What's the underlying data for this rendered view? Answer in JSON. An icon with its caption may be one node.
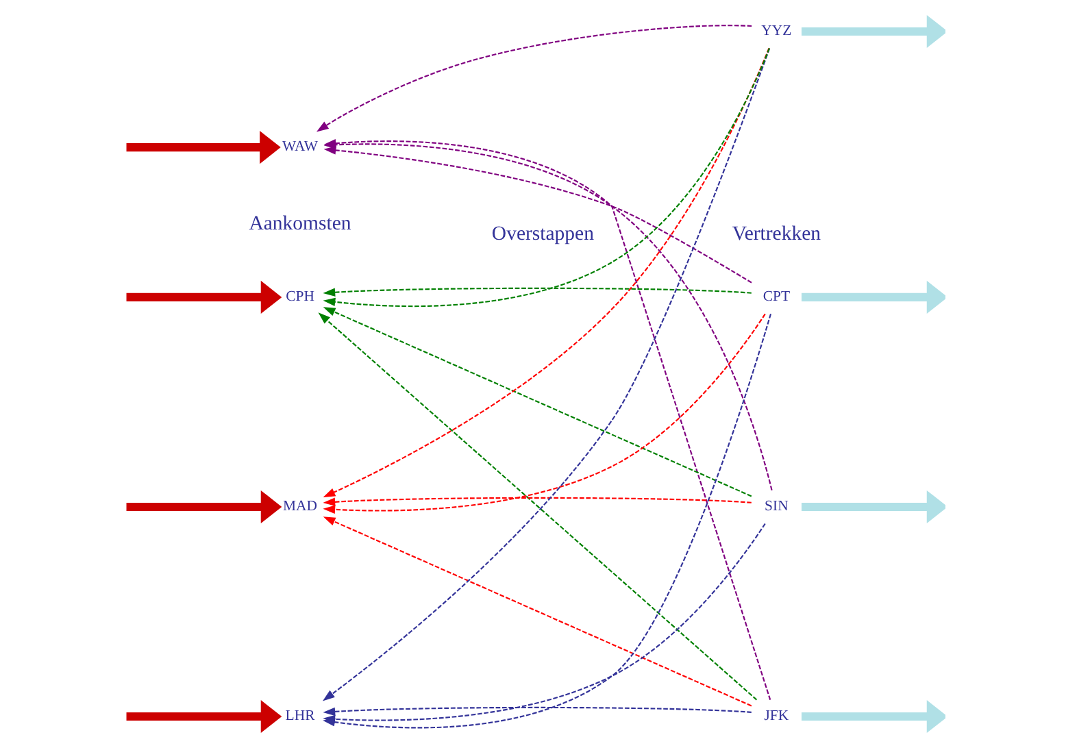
{
  "diagram": {
    "nodes": [
      {
        "text": [
          "LHR"
        ]
      },
      {
        "text": [
          "MAD"
        ]
      },
      {
        "text": [
          "CPH"
        ]
      },
      {
        "text": [
          "WAW"
        ]
      },
      {
        "text": [
          "JFK"
        ]
      },
      {
        "text": [
          "SIN"
        ]
      },
      {
        "text": [
          "CPT"
        ]
      },
      {
        "text": [
          "YYZ"
        ]
      }
    ],
    "edges": [
      {
        "from": null,
        "to": 0,
        "arrow": "to",
        "style": "thick",
        "color": "#cc0000"
      },
      {
        "from": null,
        "to": 1,
        "arrow": "to",
        "style": "thick",
        "color": "#cc0000"
      },
      {
        "from": null,
        "to": 2,
        "arrow": "to",
        "style": "thick",
        "color": "#cc0000"
      },
      {
        "from": null,
        "to": 3,
        "arrow": "to",
        "style": "thick",
        "color": "#cc0000"
      },
      {
        "from": 4,
        "to": 0,
        "arrow": "to",
        "style": "dashed",
        "color": "#333399"
      },
      {
        "from": 5,
        "to": 0,
        "arrow": "to",
        "style": "dashed",
        "color": "#333399"
      },
      {
        "from": 6,
        "to": 0,
        "arrow": "to",
        "style": "dashed",
        "color": "#333399"
      },
      {
        "from": 7,
        "to": 0,
        "arrow": "to",
        "style": "dashed",
        "color": "#333399"
      },
      {
        "from": 4,
        "to": 1,
        "arrow": "to",
        "style": "dashed",
        "color": "#ff0000"
      },
      {
        "from": 5,
        "to": 1,
        "arrow": "to",
        "style": "dashed",
        "color": "#ff0000"
      },
      {
        "from": 6,
        "to": 1,
        "arrow": "to",
        "style": "dashed",
        "color": "#ff0000"
      },
      {
        "from": 7,
        "to": 1,
        "arrow": "to",
        "style": "dashed",
        "color": "#ff0000"
      },
      {
        "from": 4,
        "to": 2,
        "arrow": "to",
        "style": "dashed",
        "color": "#008000"
      },
      {
        "from": 5,
        "to": 2,
        "arrow": "to",
        "style": "dashed",
        "color": "#008000"
      },
      {
        "from": 6,
        "to": 2,
        "arrow": "to",
        "style": "dashed",
        "color": "#008000"
      },
      {
        "from": 7,
        "to": 2,
        "arrow": "to",
        "style": "dashed",
        "color": "#008000"
      },
      {
        "from": 4,
        "to": 3,
        "arrow": "to",
        "style": "dashed",
        "color": "#800080"
      },
      {
        "from": 5,
        "to": 3,
        "arrow": "to",
        "style": "dashed",
        "color": "#800080"
      },
      {
        "from": 6,
        "to": 3,
        "arrow": "to",
        "style": "dashed",
        "color": "#800080"
      },
      {
        "from": 7,
        "to": 3,
        "arrow": "to",
        "style": "dashed",
        "color": "#800080"
      },
      {
        "from": 4,
        "to": null,
        "arrow": "to",
        "style": "thick",
        "color": "#b0e0e6"
      },
      {
        "from": 5,
        "to": null,
        "arrow": "to",
        "style": "thick",
        "color": "#b0e0e6"
      },
      {
        "from": 6,
        "to": null,
        "arrow": "to",
        "style": "thick",
        "color": "#b0e0e6"
      },
      {
        "from": 7,
        "to": null,
        "arrow": "to",
        "style": "thick",
        "color": "#b0e0e6"
      }
    ],
    "labels": [
      "Aankomsten",
      "Overstappen",
      "Vertrekken"
    ]
  }
}
